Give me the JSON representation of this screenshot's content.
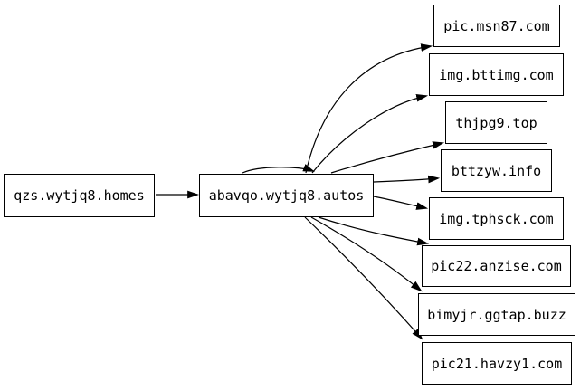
{
  "graph": {
    "background_color": "#ffffff",
    "node_fill_color": "#ffffff",
    "node_border_color": "#000000",
    "edge_color": "#000000",
    "nodes": [
      {
        "label": "qzs.wytjq8.homes"
      },
      {
        "label": "abavqo.wytjq8.autos"
      },
      {
        "label": "pic.msn87.com"
      },
      {
        "label": "img.bttimg.com"
      },
      {
        "label": "thjpg9.top"
      },
      {
        "label": "bttzyw.info"
      },
      {
        "label": "img.tphsck.com"
      },
      {
        "label": "pic22.anzise.com"
      },
      {
        "label": "bimyjr.ggtap.buzz"
      },
      {
        "label": "pic21.havzy1.com"
      }
    ],
    "edges": [
      {
        "from": "qzs.wytjq8.homes",
        "to": "abavqo.wytjq8.autos",
        "type": "straight"
      },
      {
        "from": "abavqo.wytjq8.autos",
        "to": "abavqo.wytjq8.autos",
        "type": "self-loop"
      },
      {
        "from": "abavqo.wytjq8.autos",
        "to": "pic.msn87.com",
        "type": "curve"
      },
      {
        "from": "abavqo.wytjq8.autos",
        "to": "img.bttimg.com",
        "type": "curve"
      },
      {
        "from": "abavqo.wytjq8.autos",
        "to": "thjpg9.top",
        "type": "curve"
      },
      {
        "from": "abavqo.wytjq8.autos",
        "to": "bttzyw.info",
        "type": "curve"
      },
      {
        "from": "abavqo.wytjq8.autos",
        "to": "img.tphsck.com",
        "type": "curve"
      },
      {
        "from": "abavqo.wytjq8.autos",
        "to": "pic22.anzise.com",
        "type": "curve"
      },
      {
        "from": "abavqo.wytjq8.autos",
        "to": "bimyjr.ggtap.buzz",
        "type": "curve"
      },
      {
        "from": "abavqo.wytjq8.autos",
        "to": "pic21.havzy1.com",
        "type": "curve"
      }
    ]
  }
}
